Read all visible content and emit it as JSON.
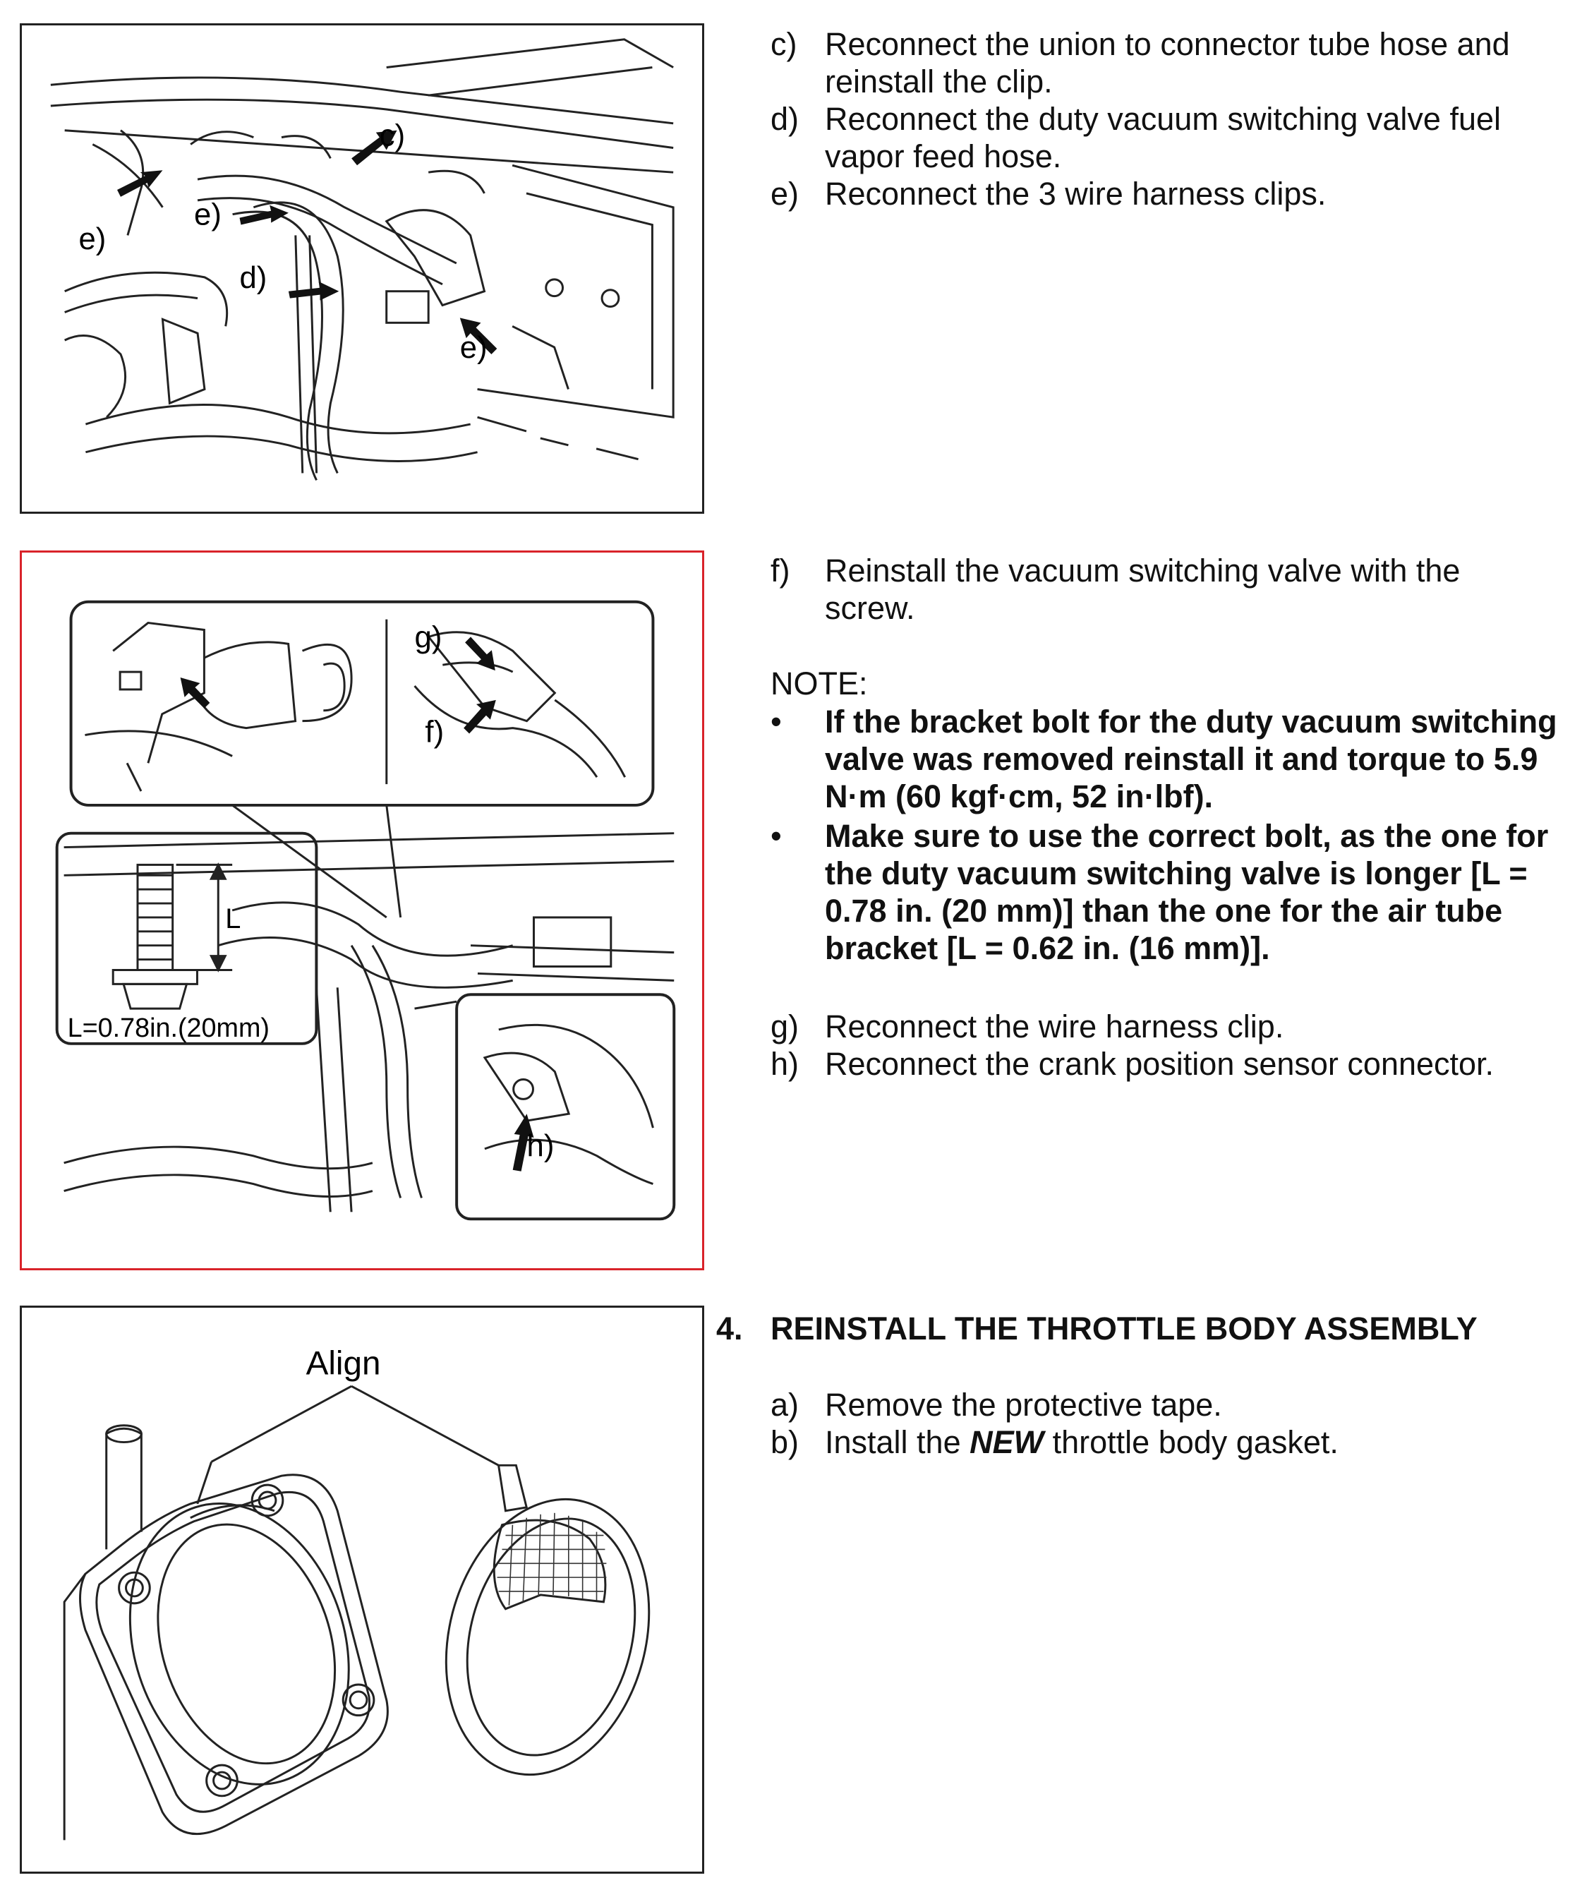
{
  "figure1": {
    "callouts": {
      "c": "c)",
      "d": "d)",
      "e1": "e)",
      "e2": "e)",
      "e3": "e)"
    }
  },
  "steps_top": [
    {
      "label": "c)",
      "lines": [
        "Reconnect the union to connector tube hose and",
        "reinstall the clip."
      ]
    },
    {
      "label": "d)",
      "lines": [
        "Reconnect the duty vacuum switching valve fuel",
        "vapor feed hose."
      ]
    },
    {
      "label": "e)",
      "lines": [
        "Reconnect the 3 wire harness clips."
      ]
    }
  ],
  "figure2": {
    "callouts": {
      "g": "g)",
      "f": "f)",
      "h": "h)",
      "L": "L"
    },
    "bolt_label": "L=0.78in.(20mm)",
    "border_color": "#d9232a"
  },
  "step_f": {
    "label": "f)",
    "lines": [
      "Reinstall the vacuum switching valve with the",
      "screw."
    ]
  },
  "note": {
    "heading": "NOTE:",
    "bullet_symbol": "•",
    "bullets": [
      [
        "If the bracket bolt for the duty vacuum switching",
        "valve was removed reinstall it and torque to 5.9",
        "N·m (60 kgf·cm, 52 in·lbf)."
      ],
      [
        "Make sure to use the correct bolt, as the one for",
        "the duty vacuum switching valve is longer [L =",
        "0.78 in. (20 mm)] than the one for the air tube",
        "bracket [L = 0.62 in. (16 mm)]."
      ]
    ]
  },
  "steps_mid": [
    {
      "label": "g)",
      "text": "Reconnect the wire harness clip."
    },
    {
      "label": "h)",
      "text": "Reconnect the crank position sensor connector."
    }
  ],
  "section4": {
    "number": "4.",
    "title": "REINSTALL THE THROTTLE BODY ASSEMBLY",
    "steps": [
      {
        "label": "a)",
        "text": "Remove the protective tape."
      },
      {
        "label": "b)",
        "pre": "Install the ",
        "emph": "NEW",
        "post": " throttle body gasket."
      }
    ]
  },
  "figure3": {
    "callout": "Align"
  }
}
